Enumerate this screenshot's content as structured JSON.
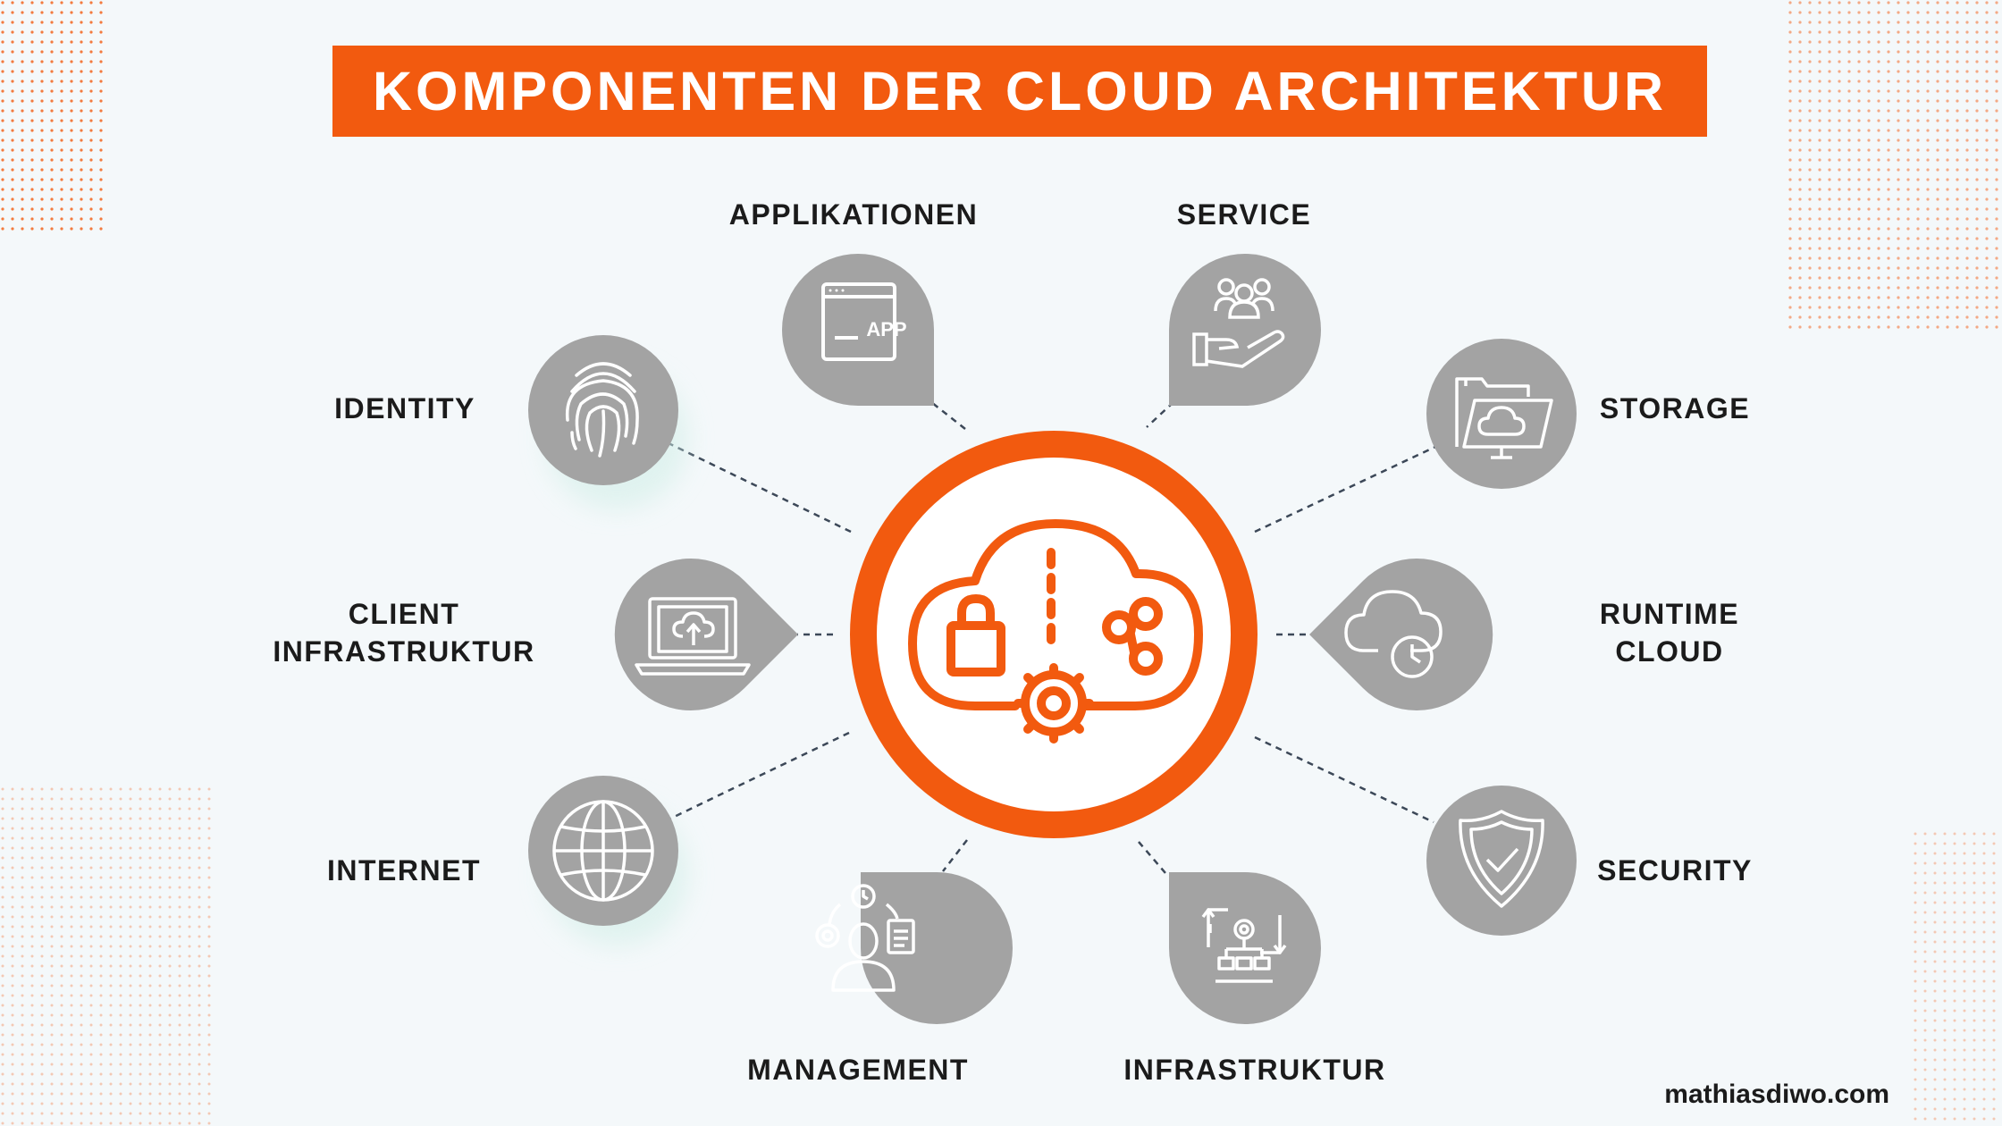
{
  "title": "KOMPONENTEN DER CLOUD ARCHITEKTUR",
  "center": {
    "icon": "cloud-security-share-gear-icon"
  },
  "components": [
    {
      "id": "applikationen",
      "label": "APPLIKATIONEN",
      "icon": "app-window-icon"
    },
    {
      "id": "service",
      "label": "SERVICE",
      "icon": "service-hand-people-icon"
    },
    {
      "id": "identity",
      "label": "IDENTITY",
      "icon": "fingerprint-icon"
    },
    {
      "id": "storage",
      "label": "STORAGE",
      "icon": "folder-cloud-icon"
    },
    {
      "id": "client-infrastruktur",
      "label": "CLIENT\nINFRASTRUKTUR",
      "icon": "laptop-cloud-upload-icon"
    },
    {
      "id": "runtime-cloud",
      "label": "RUNTIME\nCLOUD",
      "icon": "cloud-clock-icon"
    },
    {
      "id": "internet",
      "label": "INTERNET",
      "icon": "globe-icon"
    },
    {
      "id": "security",
      "label": "SECURITY",
      "icon": "shield-check-icon"
    },
    {
      "id": "management",
      "label": "MANAGEMENT",
      "icon": "management-person-gear-icon"
    },
    {
      "id": "infrastruktur",
      "label": "INFRASTRUKTUR",
      "icon": "infrastructure-flow-icon"
    }
  ],
  "footer": "mathiasdiwo.com",
  "colors": {
    "accent": "#f25a0f",
    "node": "#a3a3a3",
    "text": "#1b1b1b",
    "line": "#3c4858",
    "background": "#f4f8fa"
  }
}
